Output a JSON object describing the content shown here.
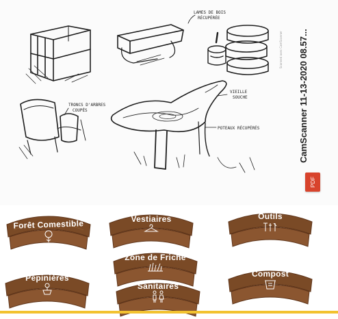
{
  "document": {
    "title": "CamScanner 11-13-2020 08.57...",
    "badge_label": "PDF",
    "watermark": "Scanned avec CamScanner",
    "badge_color": "#d8432c"
  },
  "sketch_notes": {
    "wood_blades": "LAMES DE BOIS",
    "recovered": "RÉCUPÉRÉE",
    "trunks": "TRONCS D'ARBRES",
    "cut": "COUPÉS",
    "old_strain": "VIEILLE",
    "strain": "SOUCHE",
    "posts": "POTEAUX RÉCUPÉRÉS"
  },
  "signs": [
    {
      "label": "Forêt Comestible",
      "icon": "tree-icon"
    },
    {
      "label": "Vestiaires",
      "icon": "hanger-icon"
    },
    {
      "label": "Outils",
      "icon": "tools-icon"
    },
    {
      "label": "Zone de Friche",
      "icon": "grass-icon"
    },
    {
      "label": "Pépinières",
      "icon": "potted-plant-icon"
    },
    {
      "label": "Sanitaires",
      "icon": "toilet-people-icon"
    },
    {
      "label": "Compost",
      "icon": "compost-bin-icon"
    }
  ],
  "colors": {
    "wood": "#7a4a26",
    "wood_dark": "#5e3419",
    "wood_light": "#9a6638",
    "accent_bar": "#f2c230"
  }
}
